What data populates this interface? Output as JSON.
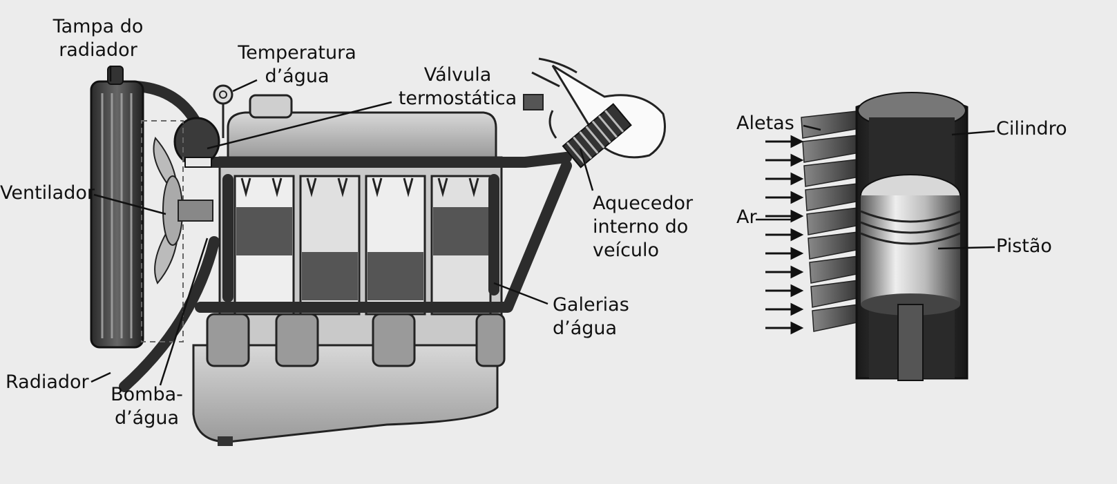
{
  "labels": {
    "tampa_do_radiador": [
      "Tampa do",
      "radiador"
    ],
    "temperatura_dagua": [
      "Temperatura",
      "d’água"
    ],
    "valvula_termostatica": [
      "Válvula",
      "termostática"
    ],
    "ventilador": "Ventilador",
    "aquecedor": [
      "Aquecedor",
      "interno do",
      "veículo"
    ],
    "galerias_dagua": [
      "Galerias",
      "d’água"
    ],
    "radiador": "Radiador",
    "bomba_dagua": [
      "Bomba-",
      "d’água"
    ],
    "aletas": "Aletas",
    "cilindro": "Cilindro",
    "ar": "Ar",
    "pistao": "Pistão"
  }
}
